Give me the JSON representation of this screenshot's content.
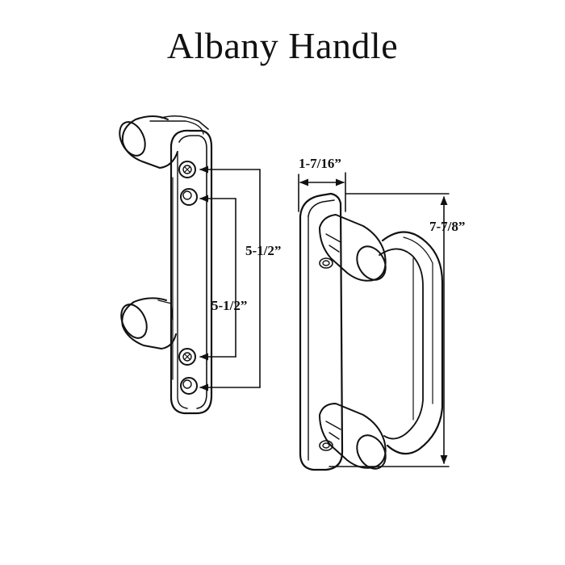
{
  "title": "Albany Handle",
  "dimensions": {
    "left_outer": "5-1/2”",
    "left_inner": "5-1/2”",
    "right_width": "1-7/16”",
    "right_height": "7-7/8”"
  }
}
